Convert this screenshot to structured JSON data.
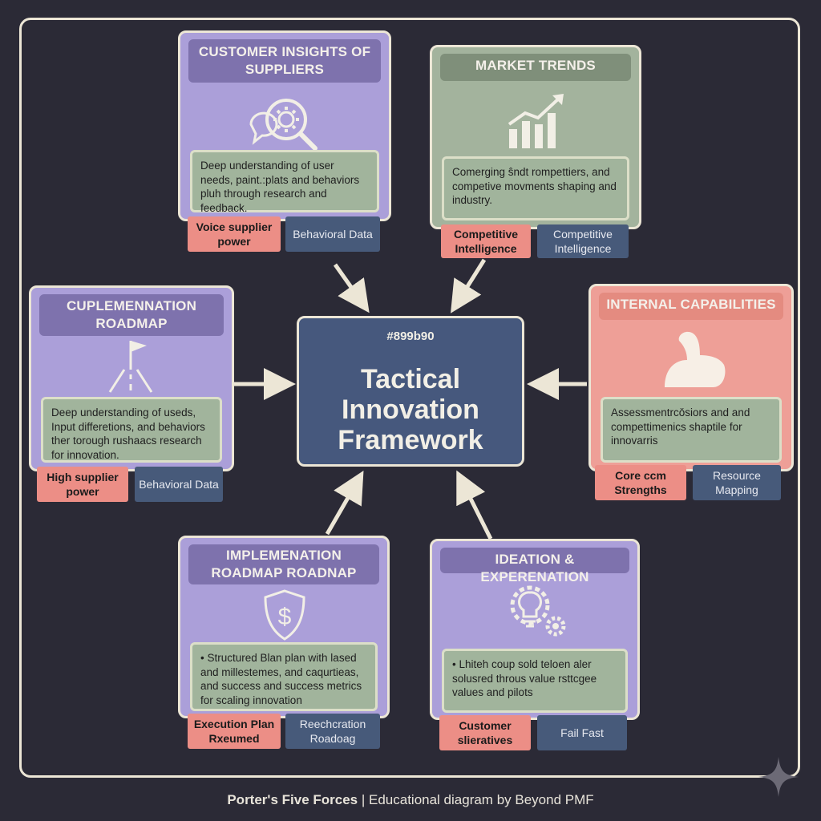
{
  "center": {
    "label": "#899b90",
    "title": "Tactical Innovation Framework"
  },
  "boxes": {
    "customer": {
      "title": "CUSTOMER INSIGHTS OF SUPPLIERS",
      "description": "Deep understanding of user needs, paint.:plats and behaviors pluh through research and feedback.",
      "tags": [
        "Voice supplier power",
        "Behavioral Data"
      ]
    },
    "market": {
      "title": "MARKET TRENDS",
      "description": "Comerging ŝndt rompettiers, and competive movments shaping and industry.",
      "tags": [
        "Competitive Intelligence",
        "Competitive Intelligence"
      ]
    },
    "roadmap_left": {
      "title": "CUPLEMENNATION ROADMAP",
      "description": "Deep understanding of useds, Input differetions, and behaviors ther torough rushaacs research for innovation.",
      "tags": [
        "High supplier power",
        "Behavioral Data"
      ]
    },
    "internal": {
      "title": "INTERNAL CAPABILITIES",
      "description": "Assessmentrcǒsiors and and compettimenics shaptile for innovarris",
      "tags": [
        "Core ccm Strengths",
        "Resource Mapping"
      ]
    },
    "implementation": {
      "title": "IMPLEMENATION ROADMAP ROADNAP",
      "description": "• Structured Blan plan with lased and millestemes, and caqurtieas, and success and success metrics for scaling innovation",
      "tags": [
        "Execution Plan Rxeumed",
        "Reechcration Roadoag"
      ]
    },
    "ideation": {
      "title": "IDEATION & EXPERENATION",
      "description": "• Lhiteh coup sold teloen aler solusred throus value rsttcgee values and pilots",
      "tags": [
        "Customer slieratives",
        "Fail Fast"
      ]
    }
  },
  "icons": {
    "customer": "search-gear-chat-icon",
    "market": "bar-chart-trend-icon",
    "roadmap_left": "flag-road-icon",
    "internal": "flexed-arm-icon",
    "implementation": "shield-dollar-icon",
    "ideation": "lightbulb-gears-icon"
  },
  "footer": {
    "bold": "Porter's Five Forces",
    "rest": " | Educational diagram by Beyond PMF"
  },
  "colors": {
    "background": "#2b2a36",
    "frame": "#ece6d6",
    "purple": "#ab9fd9",
    "green": "#a3b39d",
    "pink": "#ee9f97",
    "center": "#46587d",
    "tag_red": "#ec8e86",
    "tag_blue": "#475a7a"
  }
}
